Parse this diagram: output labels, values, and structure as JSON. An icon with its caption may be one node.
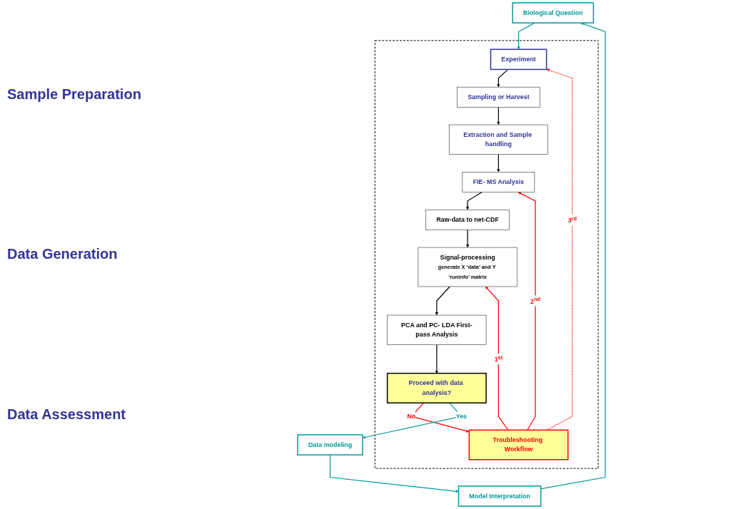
{
  "diagram": {
    "nodes": [
      {
        "text": [
          "Biological Question"
        ]
      },
      {
        "text": [],
        "shape": "box"
      },
      {
        "text": [
          "Experiment"
        ],
        "in": 1
      },
      {
        "text": [
          "Sampling or Harvest"
        ],
        "in": 1
      },
      {
        "text": [
          "Extraction and Sample handling"
        ],
        "in": 1
      },
      {
        "text": [
          "FIE- MS Analysis"
        ],
        "in": 1
      },
      {
        "text": [
          "Raw-data to net-CDF"
        ],
        "in": 1
      },
      {
        "text": [
          "Signal-processing",
          "generate X ‘data’ and Y ‘runinfo’ matrix"
        ],
        "in": 1
      },
      {
        "text": [
          "PCA and PC- LDA First-pass Analysis"
        ],
        "in": 1
      },
      {
        "text": [
          "Proceed with data analysis?"
        ],
        "in": 1
      },
      {
        "text": [
          "Troubleshooting Workflow"
        ],
        "in": 1
      },
      {
        "text": [
          "Data modeling"
        ]
      },
      {
        "text": [
          "Model Interpretation"
        ]
      }
    ],
    "edges": [
      {
        "from": 0,
        "to": 2,
        "arrow": "to",
        "color": "#009999"
      },
      {
        "from": 2,
        "to": 3,
        "arrow": "to"
      },
      {
        "from": 3,
        "to": 4,
        "arrow": "to"
      },
      {
        "from": 4,
        "to": 5,
        "arrow": "to"
      },
      {
        "from": 5,
        "to": 6,
        "arrow": "to"
      },
      {
        "from": 6,
        "to": 7,
        "arrow": "to"
      },
      {
        "from": 7,
        "to": 8,
        "arrow": "to"
      },
      {
        "from": 8,
        "to": 9,
        "arrow": "to"
      },
      {
        "from": 9,
        "to": 10,
        "arrow": "to",
        "label": "No",
        "color": "#ff0000"
      },
      {
        "from": 10,
        "to": 7,
        "arrow": "to",
        "label": "1$^{st}$",
        "color": "#ff0000"
      },
      {
        "from": 10,
        "to": 5,
        "arrow": "to",
        "label": "2$^{nd}$",
        "color": "#ff0000"
      },
      {
        "from": 10,
        "to": 2,
        "arrow": "to",
        "label": "3$^{rd}$",
        "style": "dashed",
        "color": "#ff0000"
      },
      {
        "from": 9,
        "to": 11,
        "arrow": "to",
        "label": "Yes",
        "color": "#009999"
      },
      {
        "from": 11,
        "to": 12,
        "arrow": "to",
        "color": "#009999"
      },
      {
        "from": 12,
        "to": 0,
        "arrow": "to",
        "color": "#009999"
      }
    ],
    "labels": [
      "Sample Preparation",
      "Data Generation",
      "Data Assessment"
    ]
  }
}
